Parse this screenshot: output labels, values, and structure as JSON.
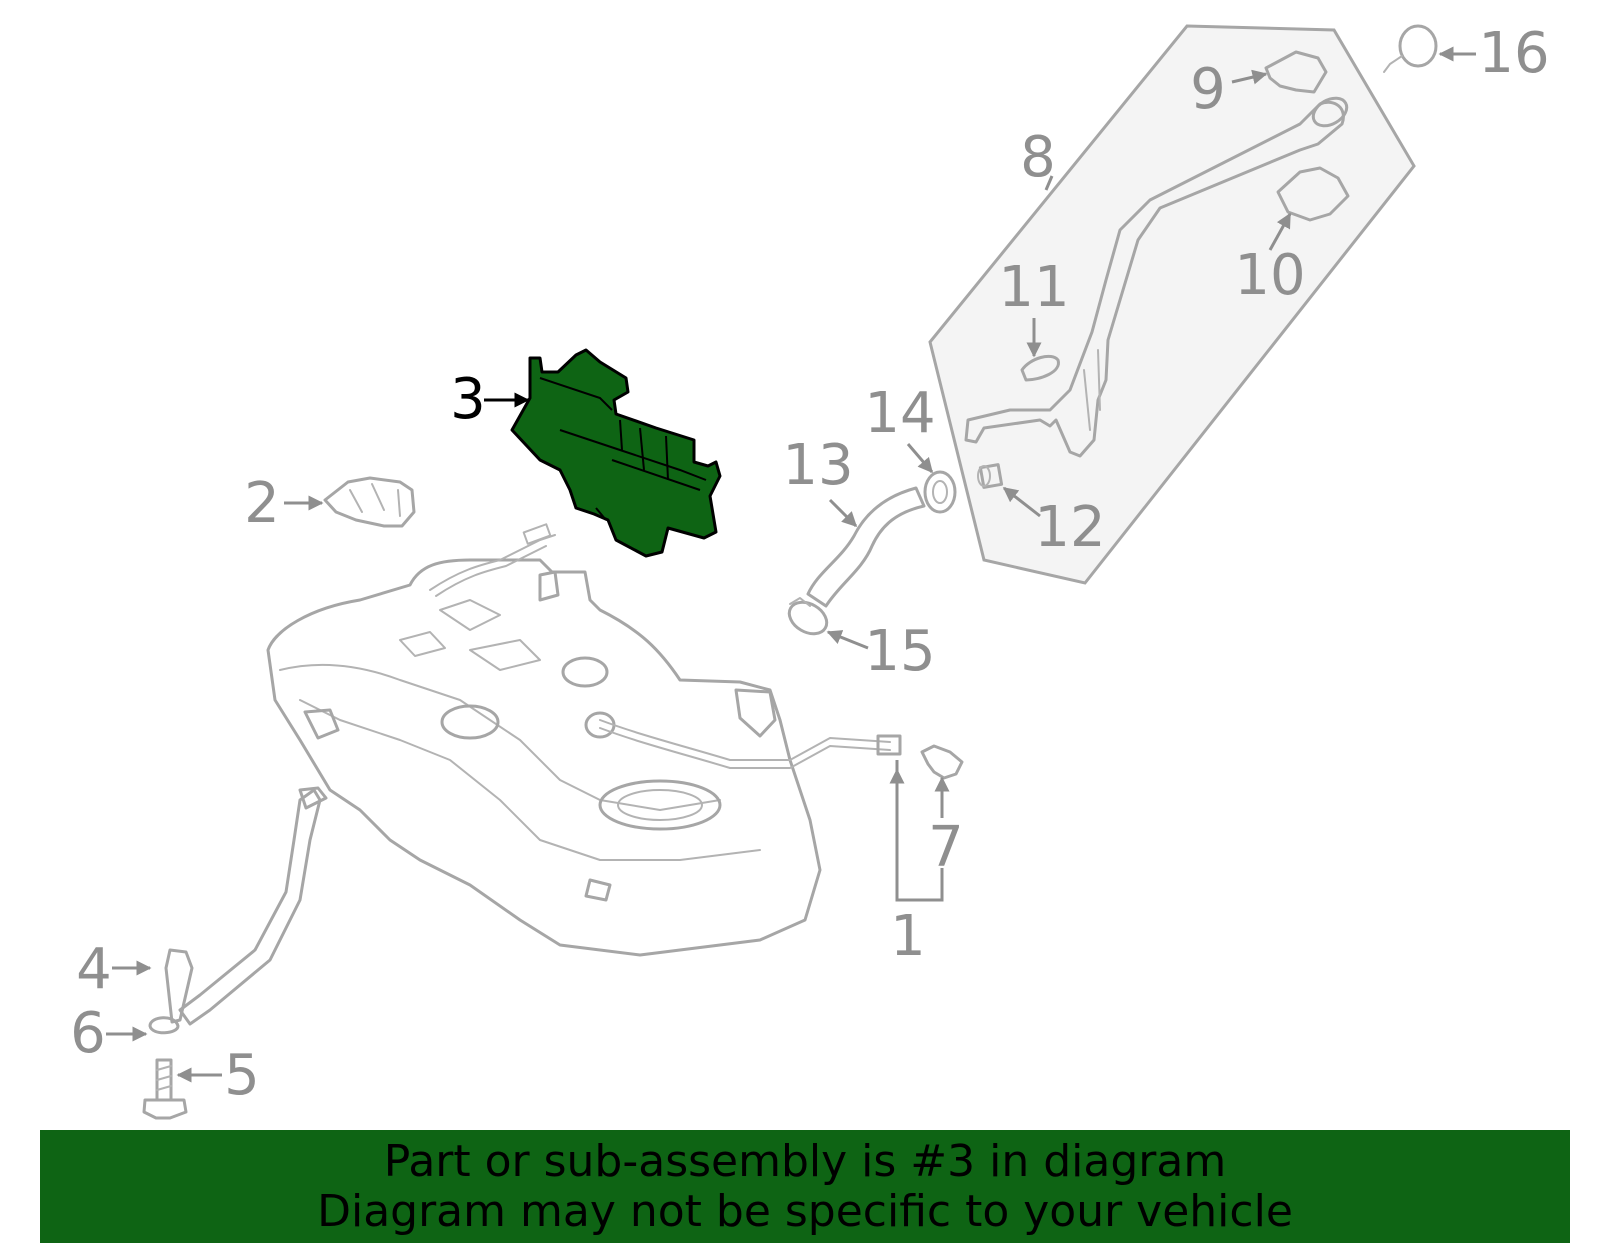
{
  "diagram": {
    "highlight_color": "#0e6414",
    "highlighted_part": "3",
    "callouts": [
      {
        "id": "c1",
        "label": "1"
      },
      {
        "id": "c2",
        "label": "2"
      },
      {
        "id": "c3",
        "label": "3"
      },
      {
        "id": "c4",
        "label": "4"
      },
      {
        "id": "c5",
        "label": "5"
      },
      {
        "id": "c6",
        "label": "6"
      },
      {
        "id": "c7",
        "label": "7"
      },
      {
        "id": "c8",
        "label": "8"
      },
      {
        "id": "c9",
        "label": "9"
      },
      {
        "id": "c10",
        "label": "10"
      },
      {
        "id": "c11",
        "label": "11"
      },
      {
        "id": "c12",
        "label": "12"
      },
      {
        "id": "c13",
        "label": "13"
      },
      {
        "id": "c14",
        "label": "14"
      },
      {
        "id": "c15",
        "label": "15"
      },
      {
        "id": "c16",
        "label": "16"
      }
    ]
  },
  "banner": {
    "line1": "Part or sub-assembly is #3 in diagram",
    "line2": "Diagram may not be specific to your vehicle",
    "background": "#0e6414"
  }
}
